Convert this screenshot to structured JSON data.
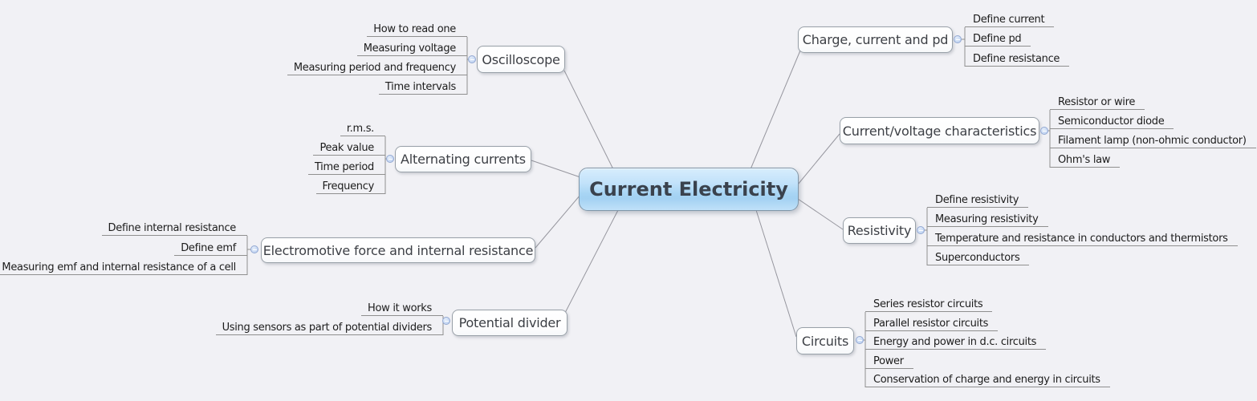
{
  "central": {
    "label": "Current Electricity"
  },
  "branches": [
    {
      "label": "Oscilloscope",
      "subtopics": [
        "How to read one",
        "Measuring voltage",
        "Measuring period and frequency",
        "Time intervals"
      ]
    },
    {
      "label": "Alternating currents",
      "subtopics": [
        "r.m.s.",
        "Peak value",
        "Time period",
        "Frequency"
      ]
    },
    {
      "label": "Electromotive force and internal resistance",
      "subtopics": [
        "Define internal resistance",
        "Define emf",
        "Measuring emf and internal resistance of a cell"
      ]
    },
    {
      "label": "Potential divider",
      "subtopics": [
        "How it works",
        "Using sensors as part of potential dividers"
      ]
    },
    {
      "label": "Charge, current and pd",
      "subtopics": [
        "Define current",
        "Define pd",
        "Define resistance"
      ]
    },
    {
      "label": "Current/voltage characteristics",
      "subtopics": [
        "Resistor or wire",
        "Semiconductor diode",
        "Filament lamp (non-ohmic conductor)",
        "Ohm's law"
      ]
    },
    {
      "label": "Resistivity",
      "subtopics": [
        "Define resistivity",
        "Measuring resistivity",
        "Temperature and resistance in conductors and thermistors",
        "Superconductors"
      ]
    },
    {
      "label": "Circuits",
      "subtopics": [
        "Series resistor circuits",
        "Parallel resistor circuits",
        "Energy and power in d.c. circuits",
        "Power",
        "Conservation of charge and energy in circuits"
      ]
    }
  ],
  "colors": {
    "canvas_bg": "#f1f1f5",
    "central_fill_top": "#d7edfd",
    "central_fill_mid": "#a8d5f4",
    "central_border": "#8196a8",
    "central_text": "#3a424d",
    "node_fill": "#ffffff",
    "node_border": "#98a0a8",
    "node_text": "#3c3f45",
    "subtopic_text": "#1c1c1c",
    "underline": "#8f8f8f",
    "connector_line": "#96969e",
    "collapse_fill": "#c9daf4",
    "collapse_border": "#93a8d2"
  }
}
